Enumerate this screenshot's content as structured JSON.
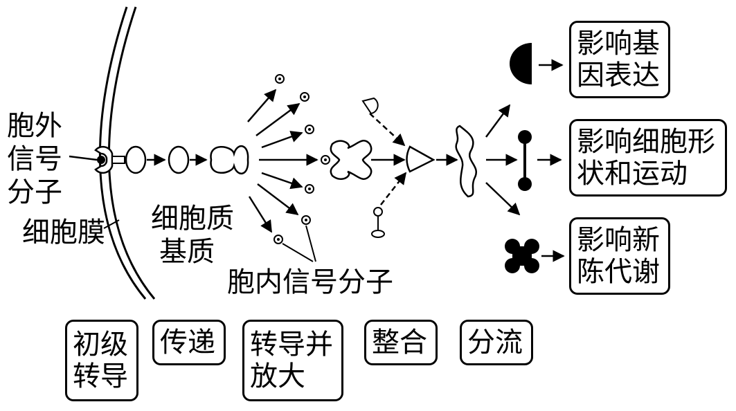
{
  "labels": {
    "extracellular_signal": [
      "胞外",
      "信号",
      "分子"
    ],
    "cell_membrane": "细胞膜",
    "cytoplasmic_matrix": [
      "细胞质",
      "基质"
    ],
    "intracellular_signal": "胞内信号分子"
  },
  "stages": [
    {
      "lines": [
        "初级",
        "转导"
      ]
    },
    {
      "lines": [
        "传递"
      ]
    },
    {
      "lines": [
        "转导并",
        "放大"
      ]
    },
    {
      "lines": [
        "整合"
      ]
    },
    {
      "lines": [
        "分流"
      ]
    }
  ],
  "effects": [
    {
      "lines": [
        "影响基",
        "因表达"
      ]
    },
    {
      "lines": [
        "影响细胞形",
        "状和运动"
      ]
    },
    {
      "lines": [
        "影响新",
        "陈代谢"
      ]
    }
  ]
}
